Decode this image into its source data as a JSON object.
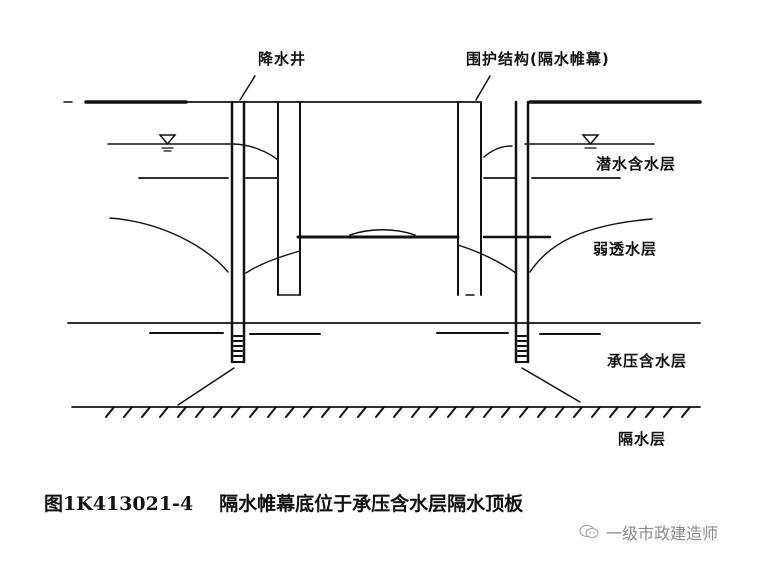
{
  "labels": {
    "dewatering_well": "降水井",
    "retaining_structure": "围护结构(隔水帷幕)",
    "phreatic_aquifer": "潜水含水层",
    "weakly_permeable_layer": "弱透水层",
    "confined_aquifer": "承压含水层",
    "aquiclude": "隔水层"
  },
  "caption": {
    "figure_number": "图1K413021-4",
    "title": "隔水帷幕底位于承压含水层隔水顶板"
  },
  "watermark": {
    "icon": "wechat-icon",
    "text": "一级市政建造师"
  },
  "colors": {
    "line": "#111111",
    "background": "#ffffff",
    "watermark": "#8a8a8a"
  }
}
